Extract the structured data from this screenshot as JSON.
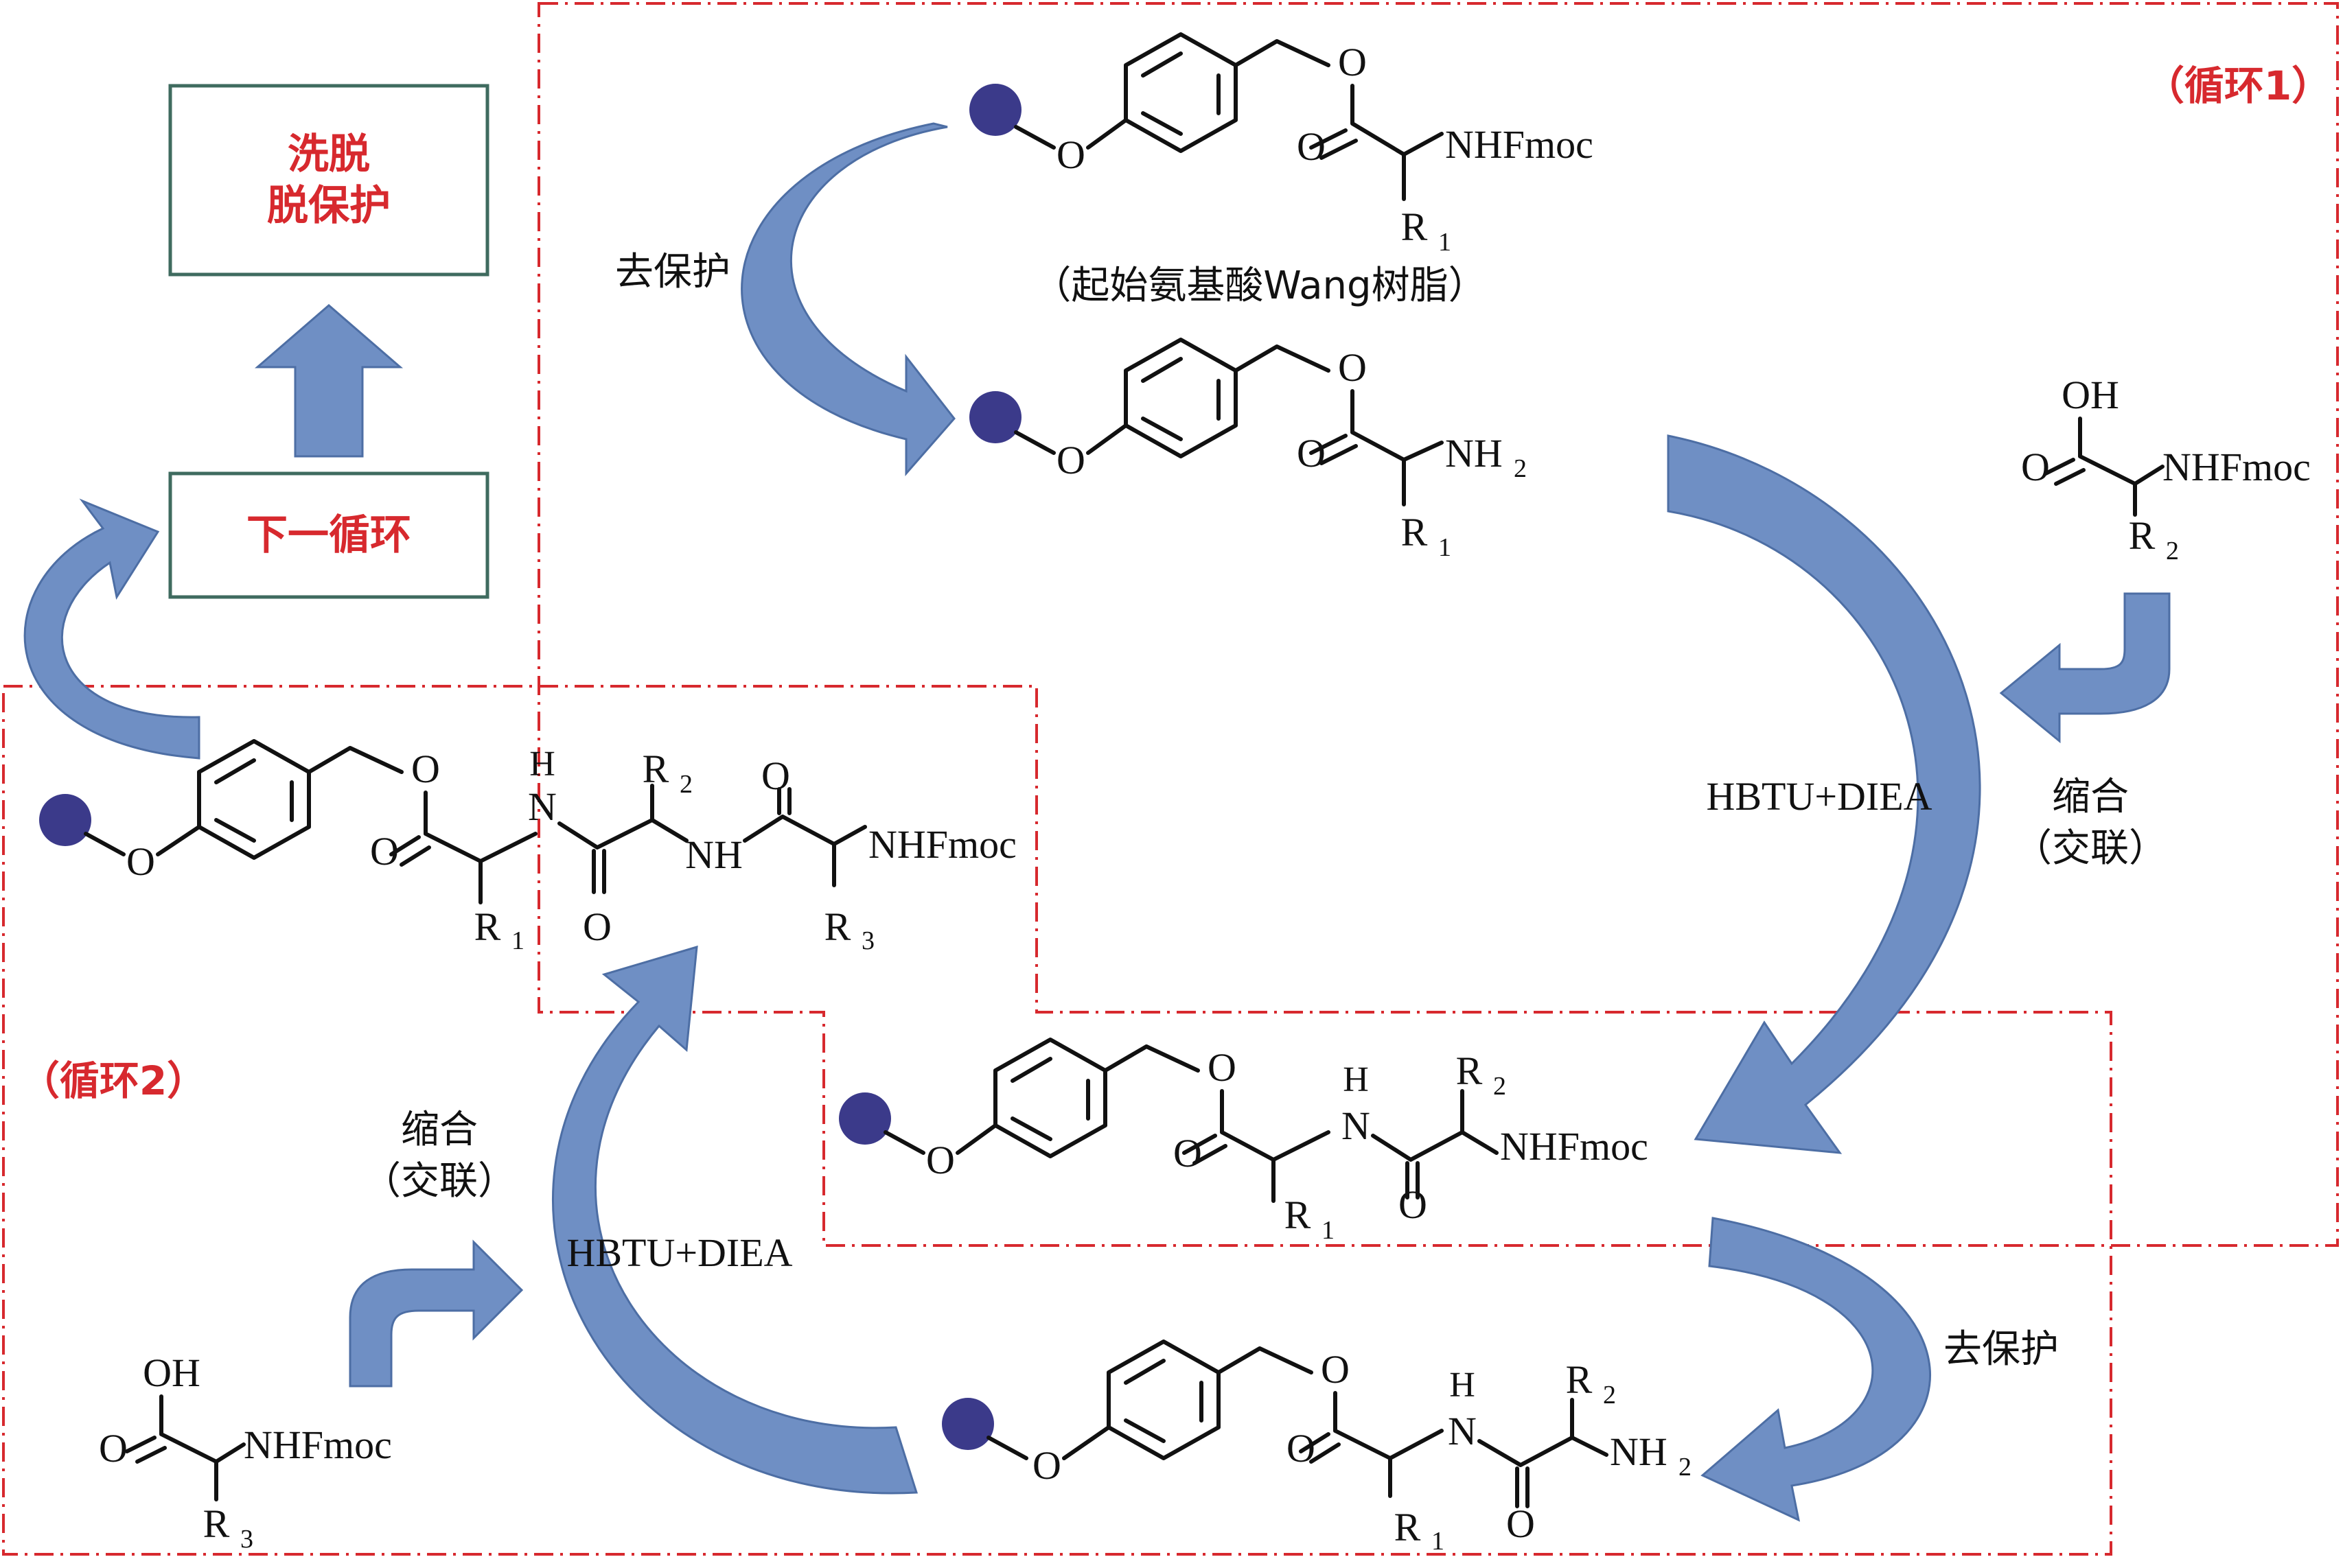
{
  "labels": {
    "elute_deprotect_line1": "洗脱",
    "elute_deprotect_line2": "脱保护",
    "next_cycle": "下一循环",
    "cycle1": "（循环1）",
    "cycle2": "（循环2）",
    "deprotect_top": "去保护",
    "deprotect_bottom": "去保护",
    "condense_right_line1": "缩合",
    "condense_right_line2": "（交联）",
    "condense_left_line1": "缩合",
    "condense_left_line2": "（交联）",
    "reagent_right": "HBTU+DIEA",
    "reagent_left": "HBTU+DIEA",
    "starting_resin_caption": "（起始氨基酸Wang树脂）"
  },
  "chem": {
    "O": "O",
    "OH": "OH",
    "H": "H",
    "N": "N",
    "NH": "NH",
    "NH2": "NH",
    "NH2_sub": "2",
    "NHFmoc": "NHFmoc",
    "R": "R",
    "sub1": "1",
    "sub2": "2",
    "sub3": "3"
  },
  "colors": {
    "red": "#d7292e",
    "arrow_fill": "#6f8fc4",
    "resin_bead": "#3b3a8a",
    "box_border": "#3f6b5f"
  }
}
